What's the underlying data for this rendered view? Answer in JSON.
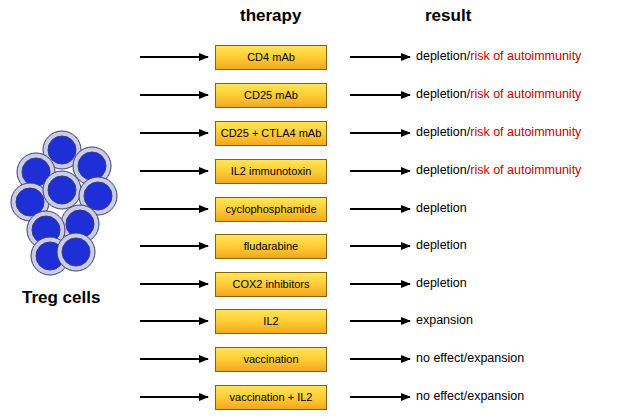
{
  "diagram": {
    "nodes": [
      {
        "text": [
          "CD4 mAb"
        ]
      },
      {
        "text": [
          "CD25 mAb"
        ]
      },
      {
        "text": [
          "CD25 + CTLA4 mAb"
        ]
      },
      {
        "text": [
          "IL2 immunotoxin"
        ]
      },
      {
        "text": [
          "cyclophosphamide"
        ]
      },
      {
        "text": [
          "fludarabine"
        ]
      },
      {
        "text": [
          "COX2 inhibitors"
        ]
      },
      {
        "text": [
          "IL2"
        ]
      },
      {
        "text": [
          "vaccination"
        ]
      },
      {
        "text": [
          "vaccination + IL2"
        ]
      }
    ],
    "labels": [
      "therapy",
      "result",
      "Treg cells",
      "depletion/",
      "risk of autoimmunity",
      "depletion/",
      "risk of autoimmunity",
      "depletion/",
      "risk of autoimmunity",
      "depletion/",
      "risk of autoimmunity",
      "depletion",
      "depletion",
      "depletion",
      "expansion",
      "no effect/expansion",
      "no effect/expansion"
    ]
  }
}
